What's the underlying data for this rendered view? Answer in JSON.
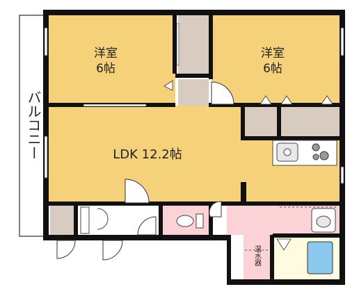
{
  "rooms": {
    "western_room_left": {
      "name": "洋室",
      "size": "6帖"
    },
    "western_room_right": {
      "name": "洋室",
      "size": "6帖"
    },
    "ldk": {
      "label": "LDK 12.2帖"
    },
    "balcony": {
      "label": "バルコニー"
    },
    "water_heater": {
      "label": "温水器"
    }
  },
  "colors": {
    "floor_wood": "#f5d27a",
    "closet": "#d8cbbf",
    "wet_area": "#fbd3d6",
    "bath": "#fffbe0",
    "tub": "#8cc8ee",
    "wall": "#111111",
    "balcony": "#ffffff"
  }
}
